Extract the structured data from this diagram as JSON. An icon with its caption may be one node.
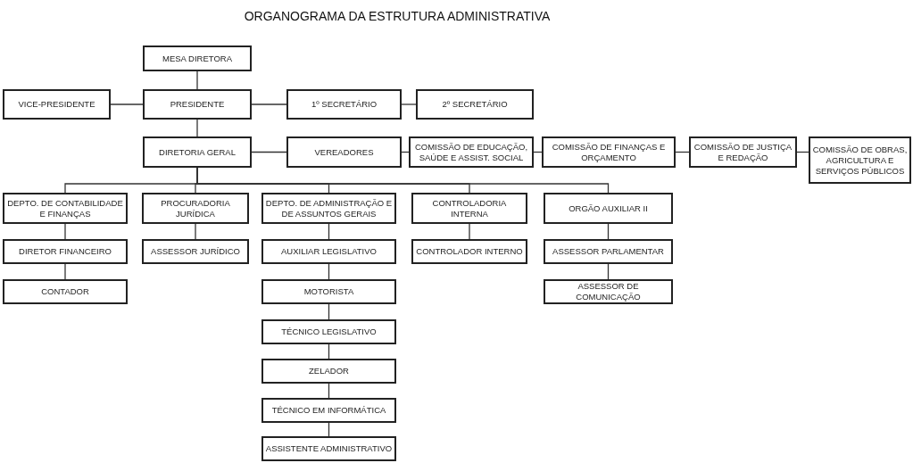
{
  "diagram": {
    "title": "ORGANOGRAMA DA ESTRUTURA ADMINISTRATIVA",
    "nodes": [
      {
        "text": [
          "MESA DIRETORA"
        ]
      },
      {
        "text": [
          "VICE-PRESIDENTE"
        ]
      },
      {
        "text": [
          "PRESIDENTE"
        ]
      },
      {
        "text": [
          "1º SECRETÁRIO"
        ]
      },
      {
        "text": [
          "2º SECRETÁRIO"
        ]
      },
      {
        "text": [
          "DIRETORIA GERAL"
        ]
      },
      {
        "text": [
          "VEREADORES"
        ]
      },
      {
        "text": [
          "COMISSÃO DE EDUCAÇÃO, SAÚDE E ASSIST. SOCIAL"
        ]
      },
      {
        "text": [
          "COMISSÃO DE FINANÇAS E ORÇAMENTO"
        ]
      },
      {
        "text": [
          "COMISSÃO DE JUSTIÇA E REDAÇÃO"
        ]
      },
      {
        "text": [
          "COMISSÃO DE OBRAS, AGRICULTURA E SERVIÇOS PÚBLICOS"
        ]
      },
      {
        "text": [
          "DEPTO. DE CONTABILIDADE E FINANÇAS"
        ]
      },
      {
        "text": [
          "PROCURADORIA JURÍDICA"
        ]
      },
      {
        "text": [
          "DEPTO. DE ADMINISTRAÇÃO E DE ASSUNTOS GERAIS"
        ]
      },
      {
        "text": [
          "CONTROLADORIA INTERNA"
        ]
      },
      {
        "text": [
          "ORGÃO AUXILIAR II"
        ]
      },
      {
        "text": [
          "DIRETOR FINANCEIRO"
        ]
      },
      {
        "text": [
          "ASSESSOR JURÍDICO"
        ]
      },
      {
        "text": [
          "AUXILIAR LEGISLATIVO"
        ]
      },
      {
        "text": [
          "CONTROLADOR INTERNO"
        ]
      },
      {
        "text": [
          "ASSESSOR PARLAMENTAR"
        ]
      },
      {
        "text": [
          "CONTADOR"
        ]
      },
      {
        "text": [
          "MOTORISTA"
        ]
      },
      {
        "text": [
          "ASSESSOR DE COMUNICAÇÃO"
        ]
      },
      {
        "text": [
          "TÉCNICO LEGISLATIVO"
        ]
      },
      {
        "text": [
          "ZELADOR"
        ]
      },
      {
        "text": [
          "TÉCNICO EM INFORMÁTICA"
        ]
      },
      {
        "text": [
          "ASSISTENTE ADMINISTRATIVO"
        ]
      }
    ],
    "edges": [
      {
        "from": 0,
        "to": 2,
        "arrow": "none"
      },
      {
        "from": 2,
        "to": 1,
        "arrow": "none"
      },
      {
        "from": 2,
        "to": 3,
        "arrow": "none"
      },
      {
        "from": 3,
        "to": 4,
        "arrow": "none"
      },
      {
        "from": 2,
        "to": 5,
        "arrow": "none"
      },
      {
        "from": 5,
        "to": 6,
        "arrow": "none"
      },
      {
        "from": 6,
        "to": 7,
        "arrow": "none"
      },
      {
        "from": 7,
        "to": 8,
        "arrow": "none"
      },
      {
        "from": 8,
        "to": 9,
        "arrow": "none"
      },
      {
        "from": 9,
        "to": 10,
        "arrow": "none"
      },
      {
        "from": 5,
        "to": 11,
        "arrow": "none"
      },
      {
        "from": 5,
        "to": 12,
        "arrow": "none"
      },
      {
        "from": 5,
        "to": 13,
        "arrow": "none"
      },
      {
        "from": 5,
        "to": 14,
        "arrow": "none"
      },
      {
        "from": 5,
        "to": 15,
        "arrow": "none"
      },
      {
        "from": 11,
        "to": 16,
        "arrow": "none"
      },
      {
        "from": 16,
        "to": 21,
        "arrow": "none"
      },
      {
        "from": 12,
        "to": 17,
        "arrow": "none"
      },
      {
        "from": 13,
        "to": 18,
        "arrow": "none"
      },
      {
        "from": 18,
        "to": 22,
        "arrow": "none"
      },
      {
        "from": 22,
        "to": 24,
        "arrow": "none"
      },
      {
        "from": 24,
        "to": 25,
        "arrow": "none"
      },
      {
        "from": 25,
        "to": 26,
        "arrow": "none"
      },
      {
        "from": 26,
        "to": 27,
        "arrow": "none"
      },
      {
        "from": 14,
        "to": 19,
        "arrow": "none"
      },
      {
        "from": 15,
        "to": 20,
        "arrow": "none"
      },
      {
        "from": 20,
        "to": 23,
        "arrow": "none"
      }
    ]
  }
}
